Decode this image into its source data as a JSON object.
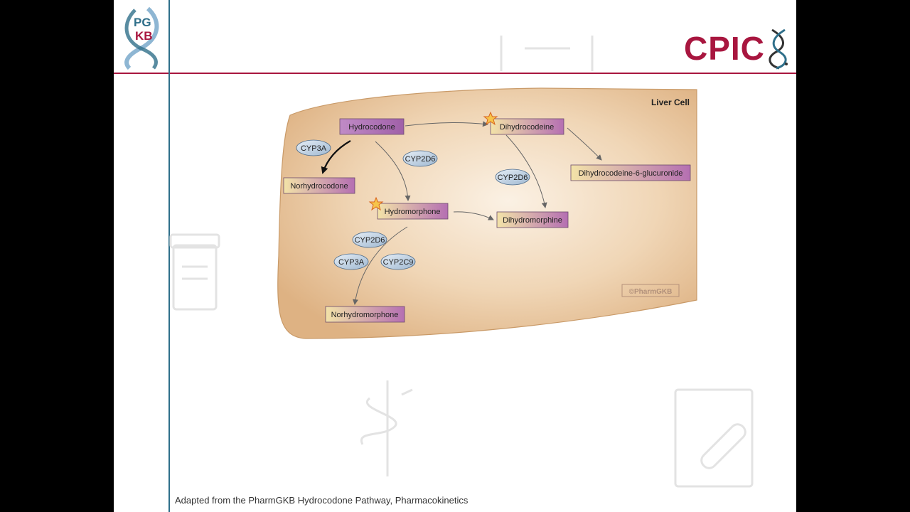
{
  "header": {
    "pgkb_logo_top": "PG",
    "pgkb_logo_bottom": "KB",
    "cpic_logo": "CPIC"
  },
  "diagram": {
    "cell_label": "Liver Cell",
    "copyright": "©PharmGKB",
    "nodes": {
      "hydrocodone": "Hydrocodone",
      "dihydrocodeine": "Dihydrocodeine",
      "dihydrocodeine_glucuronide": "Dihydrocodeine-6-glucuronide",
      "norhydrocodone": "Norhydrocodone",
      "hydromorphone": "Hydromorphone",
      "dihydromorphine": "Dihydromorphine",
      "norhydromorphone": "Norhydromorphone"
    },
    "enzymes": {
      "cyp3a_1": "CYP3A",
      "cyp2d6_1": "CYP2D6",
      "cyp2d6_2": "CYP2D6",
      "cyp2d6_3": "CYP2D6",
      "cyp3a_2": "CYP3A",
      "cyp2c9": "CYP2C9"
    }
  },
  "footer": {
    "caption": "Adapted from the PharmGKB Hydrocodone Pathway, Pharmacokinetics"
  },
  "colors": {
    "brand_red": "#a8163f",
    "brand_blue": "#2f6f8a",
    "cell_fill": "#e3b98b",
    "enzyme_fill": "#b7c9dc"
  }
}
